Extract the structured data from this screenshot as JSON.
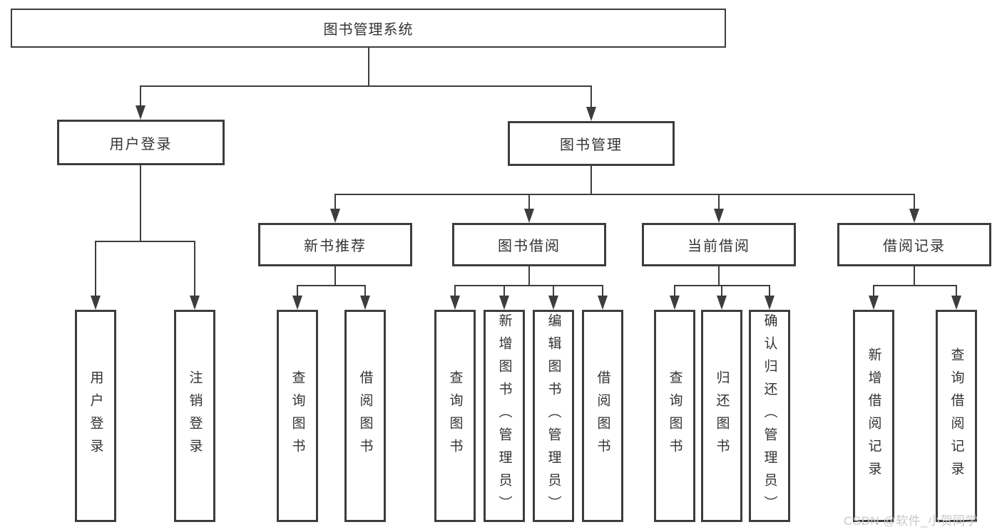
{
  "tree": {
    "root": {
      "label": "图书管理系统"
    },
    "branches": [
      {
        "label": "用户登录",
        "children": [
          {
            "label": "用户登录"
          },
          {
            "label": "注销登录"
          }
        ]
      },
      {
        "label": "图书管理",
        "children": [
          {
            "label": "新书推荐",
            "children": [
              {
                "label": "查询图书"
              },
              {
                "label": "借阅图书"
              }
            ]
          },
          {
            "label": "图书借阅",
            "children": [
              {
                "label": "查询图书"
              },
              {
                "label": "新增图书（管理员）"
              },
              {
                "label": "编辑图书（管理员）"
              },
              {
                "label": "借阅图书"
              }
            ]
          },
          {
            "label": "当前借阅",
            "children": [
              {
                "label": "查询图书"
              },
              {
                "label": "归还图书"
              },
              {
                "label": "确认归还（管理员）"
              }
            ]
          },
          {
            "label": "借阅记录",
            "children": [
              {
                "label": "新增借阅记录"
              },
              {
                "label": "查询借阅记录"
              }
            ]
          }
        ]
      }
    ]
  },
  "watermark": {
    "text": "CSDN @软件_小贺同学"
  },
  "colors": {
    "line": "#3d3d3d",
    "text": "#333333",
    "background": "#ffffff",
    "watermark": "#c8c8c8"
  }
}
